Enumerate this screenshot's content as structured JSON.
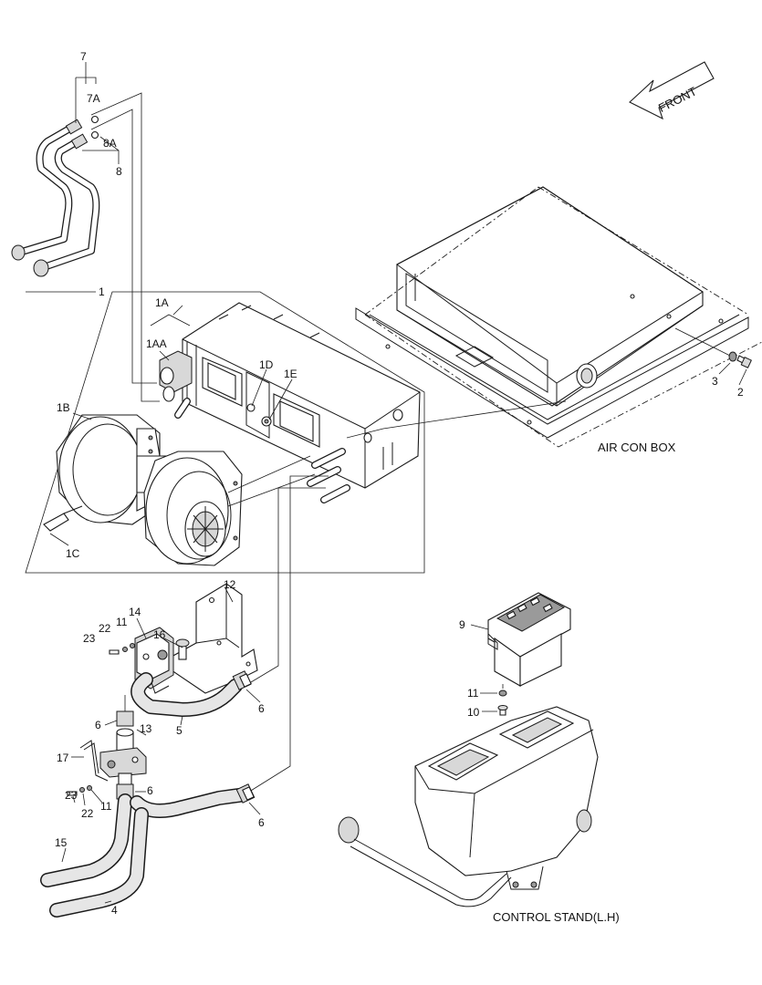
{
  "front_arrow": {
    "label": "FRONT"
  },
  "captions": {
    "air_con_box": "AIR CON BOX",
    "control_stand": "CONTROL STAND(L.H)"
  },
  "callouts": {
    "c7": "7",
    "c7A": "7A",
    "c8A": "8A",
    "c8": "8",
    "c1": "1",
    "c1A": "1A",
    "c1AA": "1AA",
    "c1D": "1D",
    "c1E": "1E",
    "c1B": "1B",
    "c1C": "1C",
    "c3": "3",
    "c2": "2",
    "c12": "12",
    "c14": "14",
    "c16": "16",
    "c22a": "22",
    "c11a": "11",
    "c23a": "23",
    "c6a": "6",
    "c6b": "6",
    "c6c": "6",
    "c6d": "6",
    "c13": "13",
    "c5": "5",
    "c17": "17",
    "c23b": "23",
    "c22b": "22",
    "c11b": "11",
    "c15": "15",
    "c4": "4",
    "c9": "9",
    "c11c": "11",
    "c10": "10"
  }
}
